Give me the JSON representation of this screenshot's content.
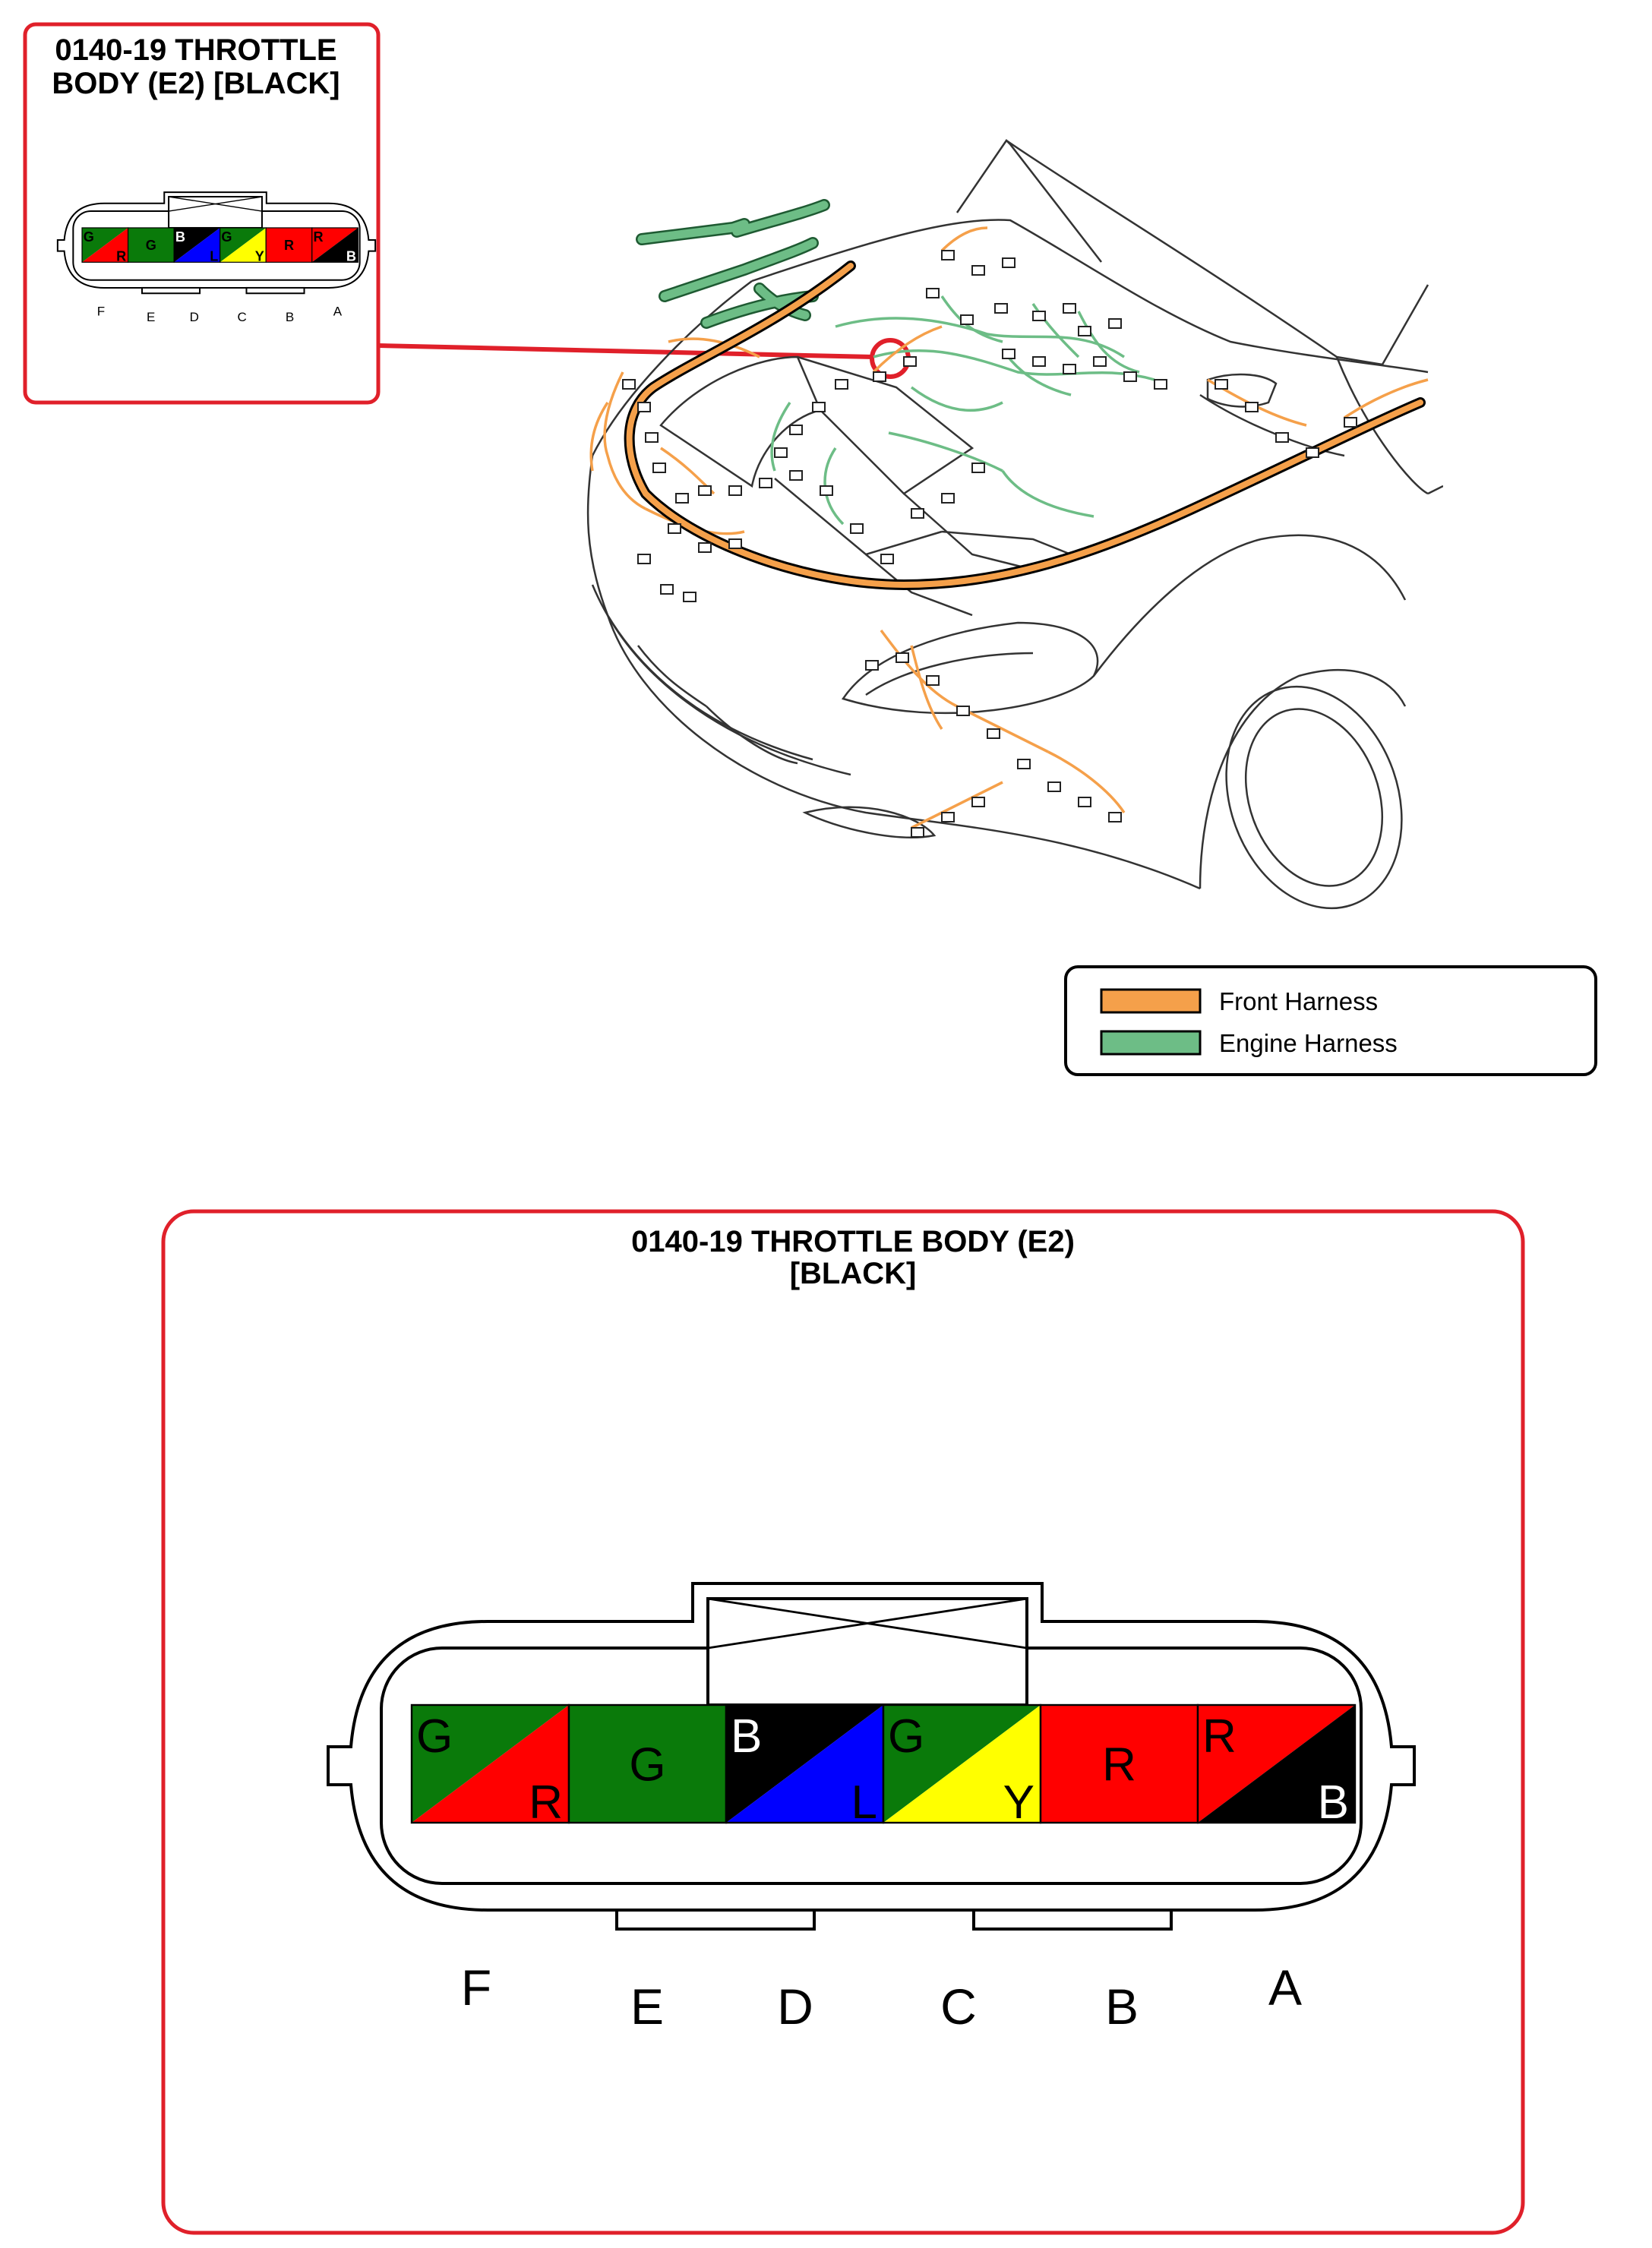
{
  "inset": {
    "title_line1": "0140-19 THROTTLE",
    "title_line2": "BODY (E2) [BLACK]"
  },
  "main": {
    "title_line1": "0140-19 THROTTLE BODY (E2)",
    "title_line2": "[BLACK]"
  },
  "legend": {
    "items": [
      {
        "label": "Front Harness",
        "color": "#f5a04a"
      },
      {
        "label": "Engine Harness",
        "color": "#6dbd86"
      }
    ]
  },
  "connector": {
    "pins": [
      {
        "position": "F",
        "top_code": "G",
        "bottom_code": "R",
        "top_color": "#0a7a0a",
        "bottom_color": "#ff0000",
        "split": true
      },
      {
        "position": "E",
        "top_code": "G",
        "bottom_code": "",
        "top_color": "#0a7a0a",
        "bottom_color": "#0a7a0a",
        "split": false
      },
      {
        "position": "D",
        "top_code": "B",
        "bottom_code": "L",
        "top_color": "#000000",
        "bottom_color": "#0000ff",
        "split": true
      },
      {
        "position": "C",
        "top_code": "G",
        "bottom_code": "Y",
        "top_color": "#0a7a0a",
        "bottom_color": "#ffff00",
        "split": true
      },
      {
        "position": "B",
        "top_code": "R",
        "bottom_code": "",
        "top_color": "#ff0000",
        "bottom_color": "#ff0000",
        "split": false
      },
      {
        "position": "A",
        "top_code": "R",
        "bottom_code": "B",
        "top_color": "#ff0000",
        "bottom_color": "#000000",
        "split": true
      }
    ]
  },
  "colors": {
    "frame_red": "#e0202a",
    "front_harness": "#f5a04a",
    "engine_harness": "#6dbd86"
  }
}
